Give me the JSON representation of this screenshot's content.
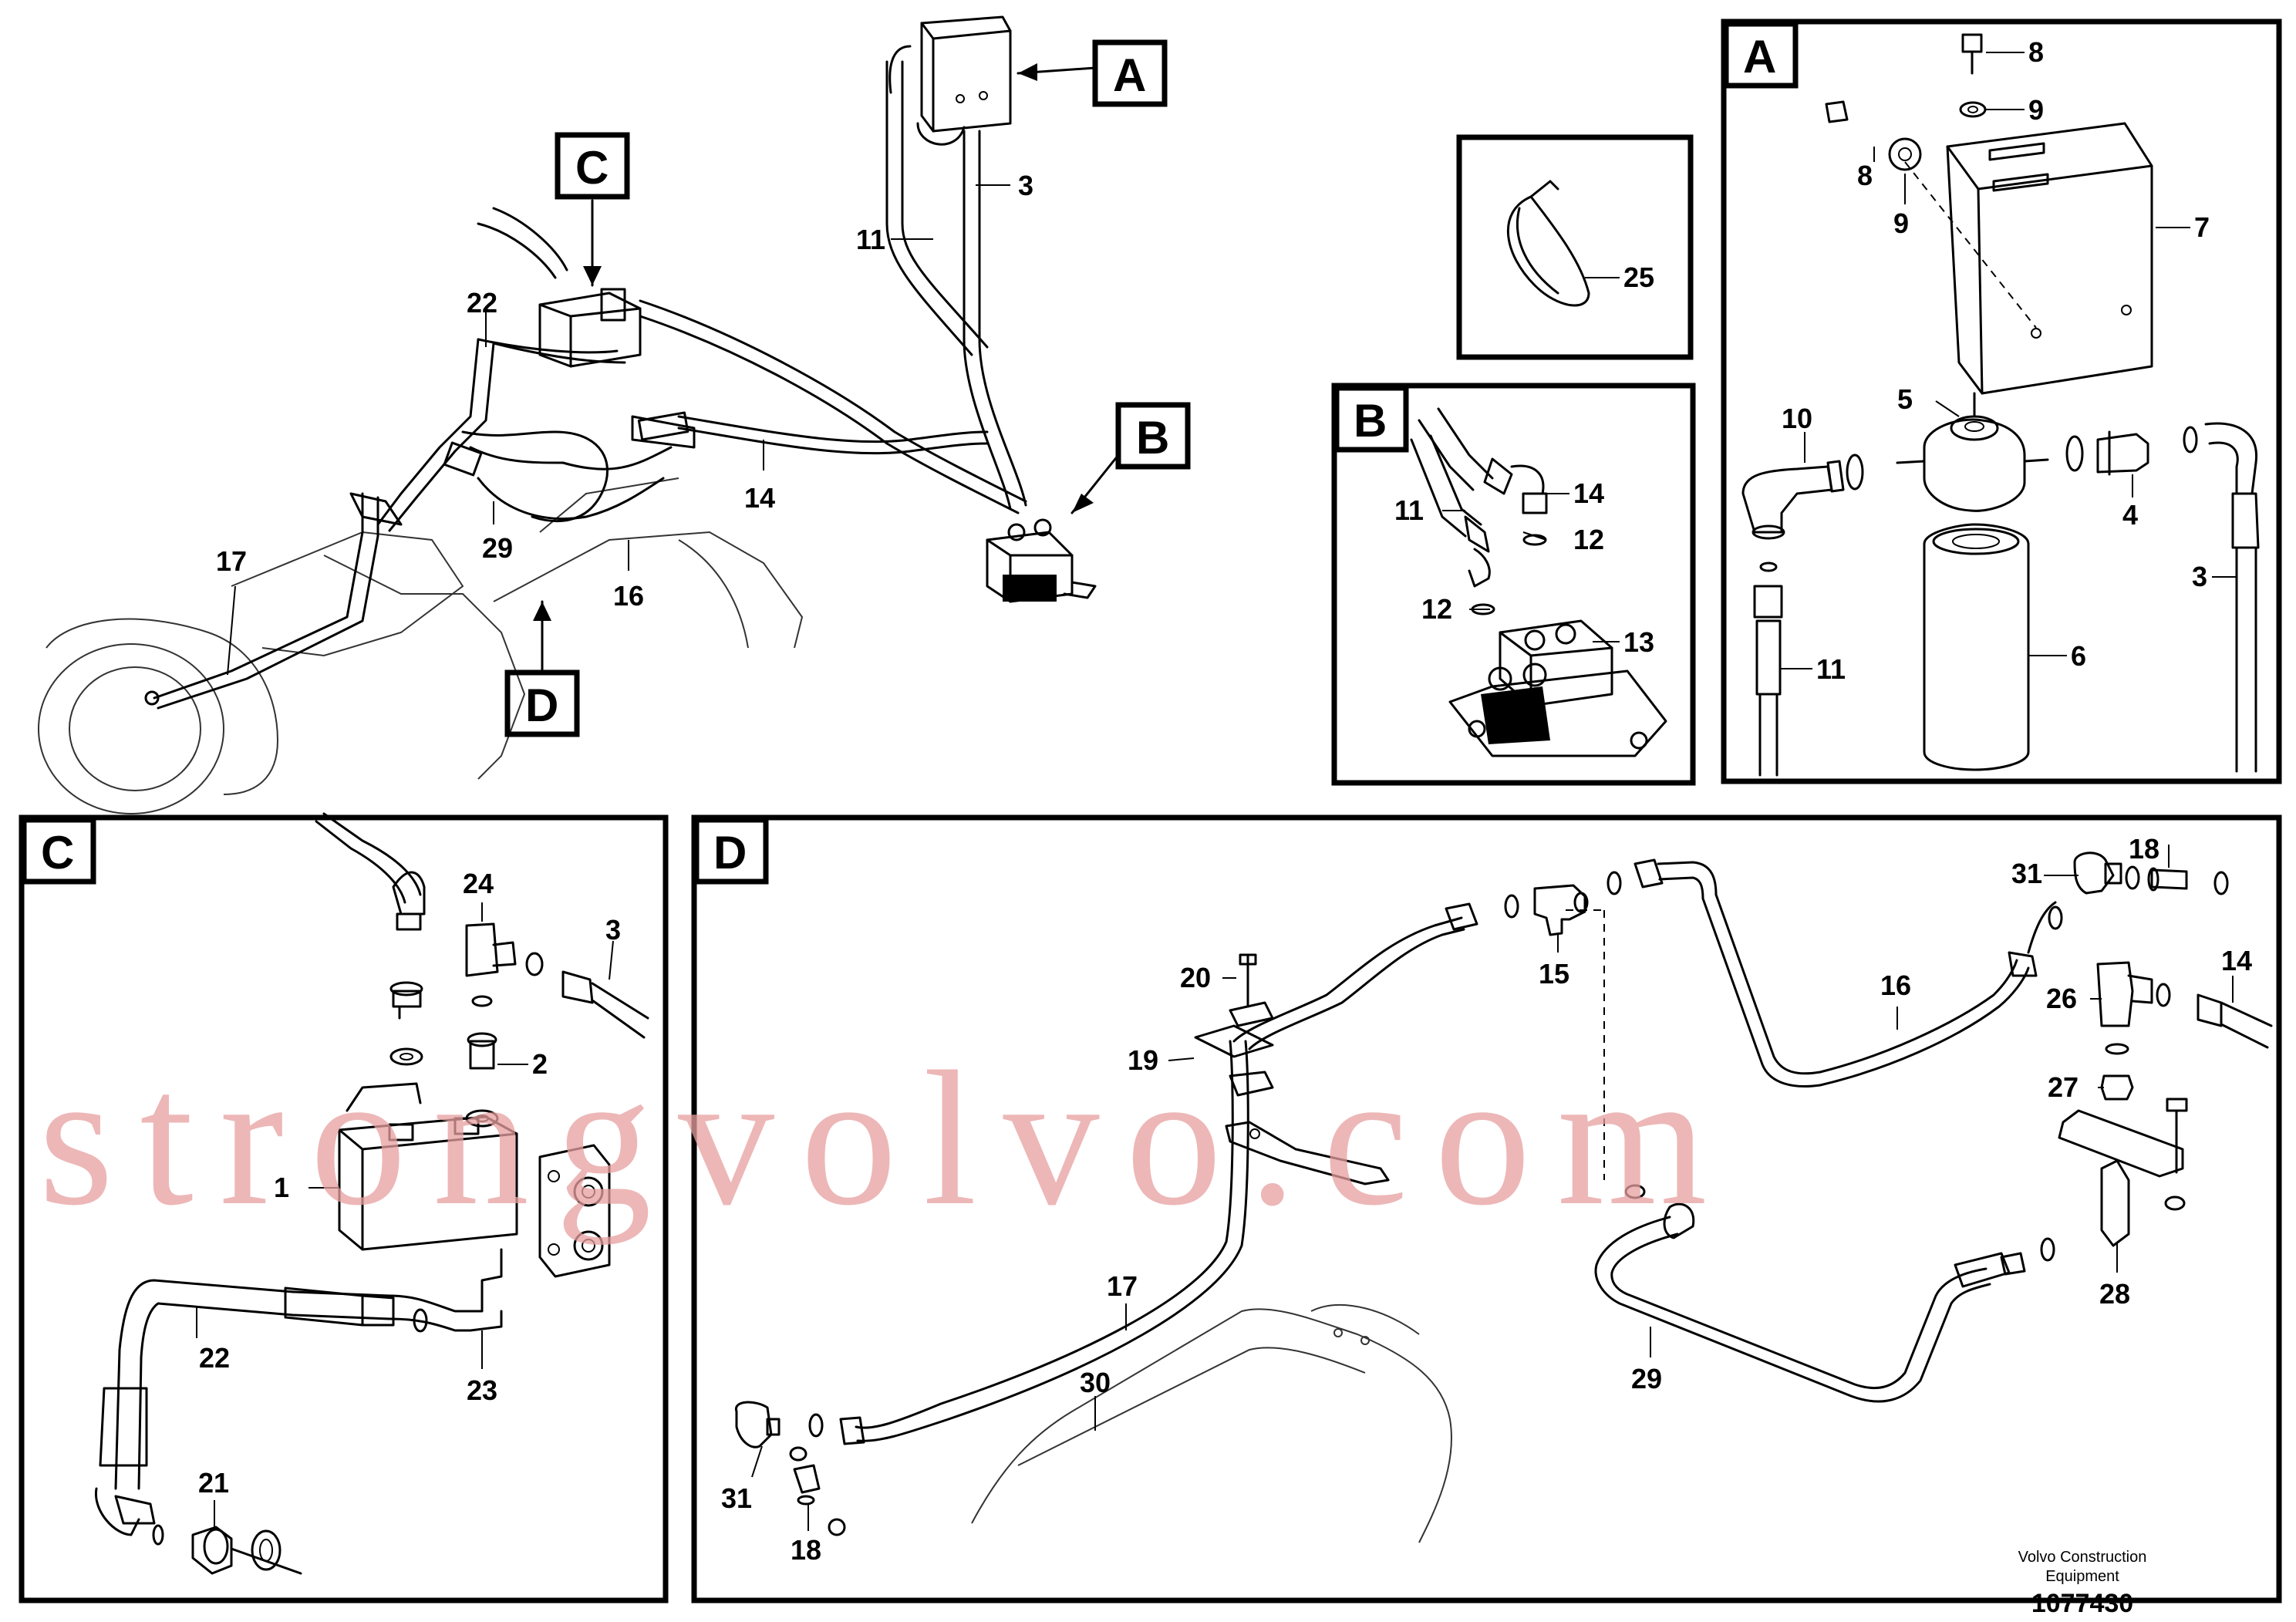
{
  "detail_letters": {
    "a": "A",
    "b": "B",
    "c": "C",
    "d": "D"
  },
  "callouts": {
    "main": {
      "c3": "3",
      "c11": "11",
      "c14": "14",
      "c16": "16",
      "c17": "17",
      "c22": "22",
      "c29": "29"
    },
    "panel_a": {
      "c8a": "8",
      "c9a": "9",
      "c8b": "8",
      "c9b": "9",
      "c7": "7",
      "c5": "5",
      "c10": "10",
      "c4": "4",
      "c3": "3",
      "c11": "11",
      "c6": "6"
    },
    "panel_25": {
      "c25": "25"
    },
    "panel_b": {
      "c11": "11",
      "c14": "14",
      "c12a": "12",
      "c12b": "12",
      "c13": "13"
    },
    "panel_c": {
      "c24": "24",
      "c3": "3",
      "c2": "2",
      "c1": "1",
      "c22": "22",
      "c23": "23",
      "c21": "21"
    },
    "panel_d": {
      "c18a": "18",
      "c31a": "31",
      "c16": "16",
      "c14": "14",
      "c15": "15",
      "c20": "20",
      "c19": "19",
      "c26": "26",
      "c27": "27",
      "c28": "28",
      "c17": "17",
      "c30": "30",
      "c29": "29",
      "c31b": "31",
      "c18b": "18"
    }
  },
  "footer": {
    "company_line1": "Volvo Construction",
    "company_line2": "Equipment",
    "drawing_number": "1077430"
  },
  "watermark": "strongvolvo.com"
}
